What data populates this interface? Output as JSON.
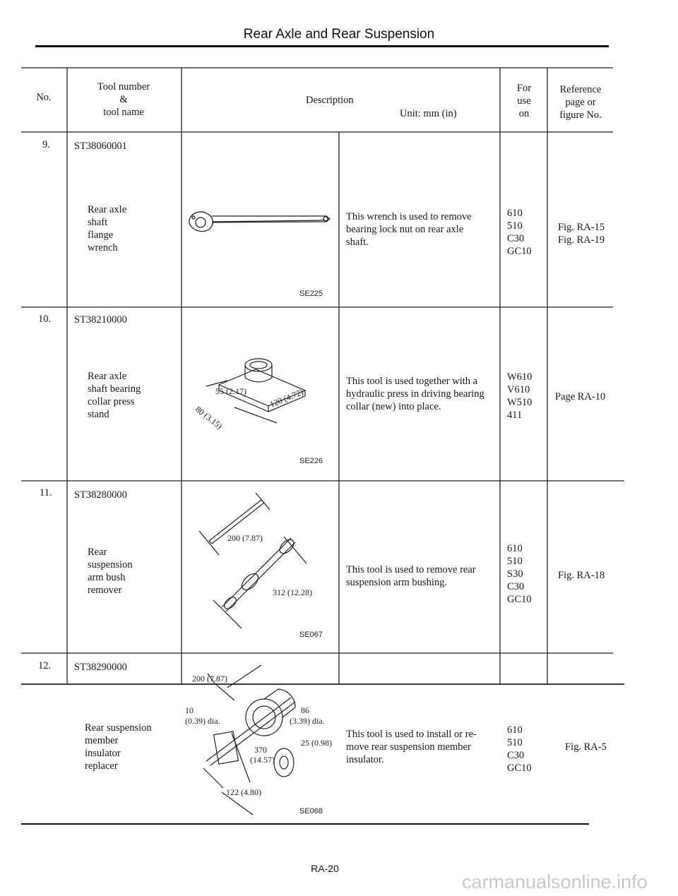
{
  "header": {
    "title": "Rear Axle and Rear Suspension"
  },
  "table": {
    "columns": {
      "no": "No.",
      "tool_lines": [
        "Tool number",
        "&",
        "tool name"
      ],
      "description": "Description",
      "unit": "Unit:  mm (in)",
      "for_use_lines": [
        "For",
        "use",
        "on"
      ],
      "reference_lines": [
        "Reference",
        "page or",
        "figure No."
      ]
    },
    "rows": [
      {
        "no": "9.",
        "tool_number": "ST38060001",
        "tool_name_lines": [
          "Rear axle",
          "shaft",
          "flange",
          "wrench"
        ],
        "description_lines": [
          "This wrench is used to remove",
          "bearing lock nut on rear axle",
          "shaft."
        ],
        "figure_code": "SE225",
        "for_use": [
          "610",
          "510",
          "C30",
          "GC10"
        ],
        "reference": [
          "Fig. RA-15",
          "Fig. RA-19"
        ],
        "dimensions": []
      },
      {
        "no": "10.",
        "tool_number": "ST38210000",
        "tool_name_lines": [
          "Rear axle",
          "shaft bearing",
          "collar press",
          "stand"
        ],
        "description_lines": [
          "This tool is used together with a",
          "hydraulic press in driving bearing",
          "collar (new) into place."
        ],
        "figure_code": "SE226",
        "for_use": [
          "W610",
          "V610",
          "W510",
          "411"
        ],
        "reference": [
          "Page RA-10"
        ],
        "dimensions": [
          "55 (2.17)",
          "120 (4.72)",
          "80 (3.15)"
        ]
      },
      {
        "no": "11.",
        "tool_number": "ST38280000",
        "tool_name_lines": [
          "Rear",
          "suspension",
          "arm bush",
          "remover"
        ],
        "description_lines": [
          "This tool is used to remove rear",
          "suspension arm bushing."
        ],
        "figure_code": "SE067",
        "for_use": [
          "610",
          "510",
          "S30",
          "C30",
          "GC10"
        ],
        "reference": [
          "Fig. RA-18"
        ],
        "dimensions": [
          "200 (7.87)",
          "312 (12.28)"
        ]
      },
      {
        "no": "12.",
        "tool_number": "ST38290000",
        "tool_name_lines": [
          "Rear suspension",
          "member",
          "insulator",
          "replacer"
        ],
        "description_lines": [
          "This tool is used to install or re-",
          "move rear suspension member",
          "insulator."
        ],
        "figure_code": "SE068",
        "for_use": [
          "610",
          "510",
          "C30",
          "GC10"
        ],
        "reference": [
          "Fig. RA-5"
        ],
        "dimensions": [
          "200 (7.87)",
          "10",
          "(0.39) dia.",
          "86",
          "(3.39) dia.",
          "25 (0.98)",
          "370",
          "(14.57)",
          "122 (4.80)"
        ]
      }
    ]
  },
  "footer": {
    "page": "RA-20"
  },
  "watermark": "carmanualsonline.info"
}
